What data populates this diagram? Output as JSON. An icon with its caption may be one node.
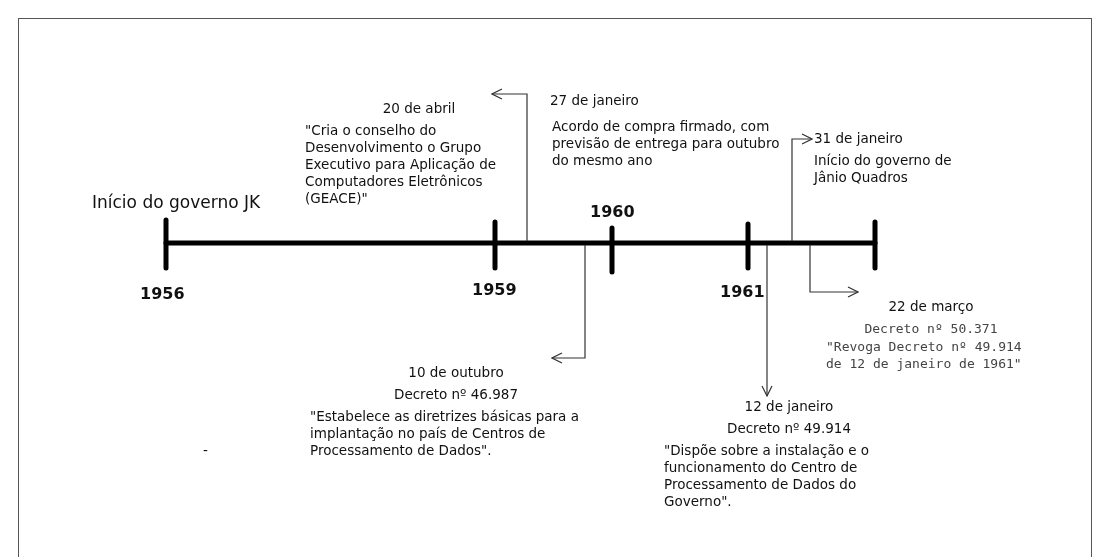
{
  "diagram": {
    "nodes": [
      {
        "text": [
          "20 de abril",
          "\"Cria o conselho do Desenvolvimento o Grupo Executivo para Aplicação de Computadores Eletrônicos (GEACE)\""
        ]
      },
      {
        "text": [
          "31 de janeiro",
          "Início do governo de Jânio Quadros"
        ]
      },
      {
        "text": [
          "22 de março",
          "Decreto nº 50.371",
          "\"Revoga Decreto nº 49.914 de 12 de janeiro de 1961\""
        ]
      },
      {
        "text": [
          "10 de outubro",
          "Decreto nº 46.987",
          "\"Estabelece as diretrizes básicas para a implantação no país de Centros de Processamento de Dados\"."
        ]
      },
      {
        "text": [
          "12 de janeiro",
          "Decreto nº 49.914",
          "\"Dispõe sobre a instalação e o funcionamento do Centro de Processamento de Dados do Governo\"."
        ]
      }
    ],
    "edges": [
      {
        "from": null,
        "to": 0,
        "arrow": "to"
      },
      {
        "from": null,
        "to": 1,
        "arrow": "to"
      },
      {
        "from": null,
        "to": 2,
        "arrow": "to"
      },
      {
        "from": null,
        "to": 3,
        "arrow": "to"
      },
      {
        "from": null,
        "to": 4,
        "arrow": "to"
      }
    ],
    "labels": [
      "27 de janeiro",
      "Acordo de compra firmado, com previsão de entrega para outubro do mesmo ano",
      "Início do governo JK",
      "1960",
      "1956",
      "1959",
      "1961",
      "-"
    ]
  }
}
